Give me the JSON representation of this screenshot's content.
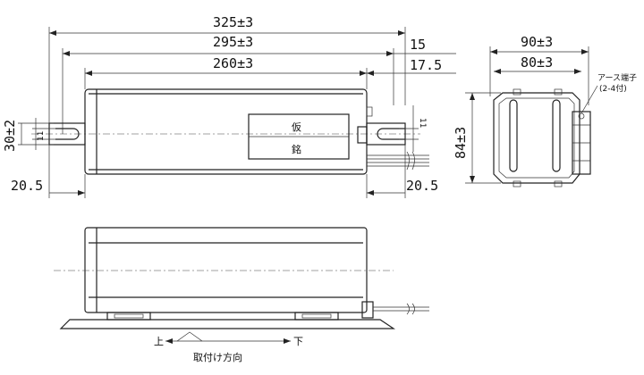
{
  "dimensions": {
    "overall_length": "325±3",
    "mount_pitch": "295±3",
    "body_length": "260±3",
    "right_flange": "15",
    "right_offset": "17.5",
    "left_foot": "20.5",
    "right_foot": "20.5",
    "slot_width_left": "11",
    "slot_width_right": "11",
    "height_left": "30±2",
    "end_width_outer": "90±3",
    "end_width_inner": "80±3",
    "end_height": "84±3"
  },
  "labels": {
    "ground_terminal": "アース端子",
    "ground_terminal_note": "(2-4付)",
    "nameplate_top": "仮",
    "nameplate_bottom": "銘",
    "top_side": "上",
    "bottom_side": "下",
    "mounting_direction": "取付け方向"
  }
}
